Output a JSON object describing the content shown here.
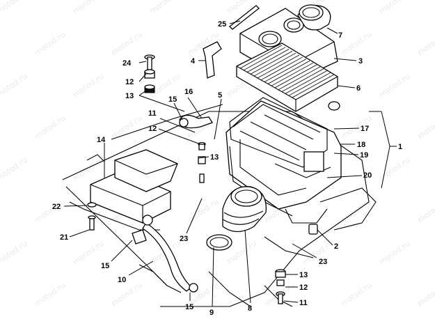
{
  "diagram": {
    "watermark": "motod.ru",
    "callouts": [
      {
        "id": "c25",
        "label": "25"
      },
      {
        "id": "c7",
        "label": "7"
      },
      {
        "id": "c24",
        "label": "24"
      },
      {
        "id": "c4",
        "label": "4"
      },
      {
        "id": "c3",
        "label": "3"
      },
      {
        "id": "c12a",
        "label": "12"
      },
      {
        "id": "c13a",
        "label": "13"
      },
      {
        "id": "c15a",
        "label": "15"
      },
      {
        "id": "c16",
        "label": "16"
      },
      {
        "id": "c5",
        "label": "5"
      },
      {
        "id": "c6",
        "label": "6"
      },
      {
        "id": "c11a",
        "label": "11"
      },
      {
        "id": "c17",
        "label": "17"
      },
      {
        "id": "c12b",
        "label": "12"
      },
      {
        "id": "c1",
        "label": "1"
      },
      {
        "id": "c14",
        "label": "14"
      },
      {
        "id": "c13b",
        "label": "13"
      },
      {
        "id": "c18",
        "label": "18"
      },
      {
        "id": "c19",
        "label": "19"
      },
      {
        "id": "c20",
        "label": "20"
      },
      {
        "id": "c22",
        "label": "22"
      },
      {
        "id": "c21",
        "label": "21"
      },
      {
        "id": "c23a",
        "label": "23"
      },
      {
        "id": "c2",
        "label": "2"
      },
      {
        "id": "c15b",
        "label": "15"
      },
      {
        "id": "c23b",
        "label": "23"
      },
      {
        "id": "c10",
        "label": "10"
      },
      {
        "id": "c13c",
        "label": "13"
      },
      {
        "id": "c12c",
        "label": "12"
      },
      {
        "id": "c11b",
        "label": "11"
      },
      {
        "id": "c15c",
        "label": "15"
      },
      {
        "id": "c9",
        "label": "9"
      },
      {
        "id": "c8",
        "label": "8"
      }
    ]
  }
}
